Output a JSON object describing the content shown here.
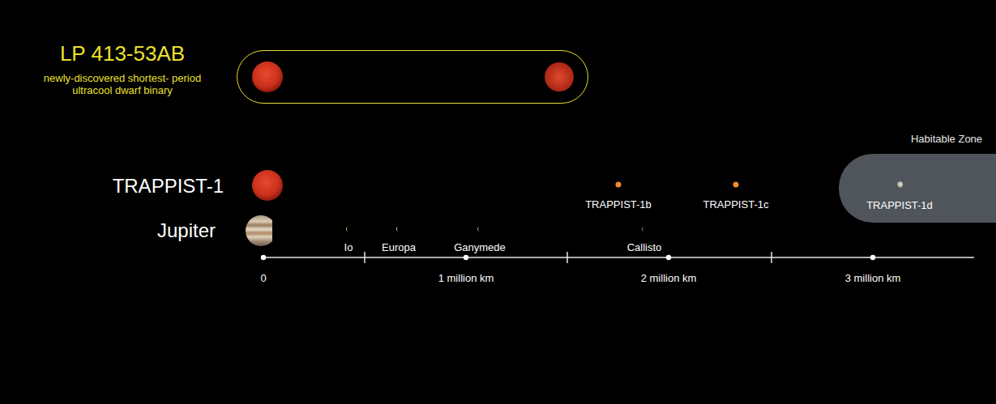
{
  "diagram": {
    "nodes": [
      {
        "text": [
          "LP 413-53AB",
          "newly-discovered shortest- period ultracool dwarf binary"
        ]
      },
      {
        "text": [
          "Habitable Zone",
          "TRAPPIST-1d"
        ]
      }
    ],
    "labels": [
      "TRAPPIST-1",
      "TRAPPIST-1b",
      "TRAPPIST-1c",
      "Jupiter",
      "Io",
      "Europa",
      "Ganymede",
      "Callisto",
      "0",
      "1 million km",
      "2 million km",
      "3 million km"
    ]
  }
}
